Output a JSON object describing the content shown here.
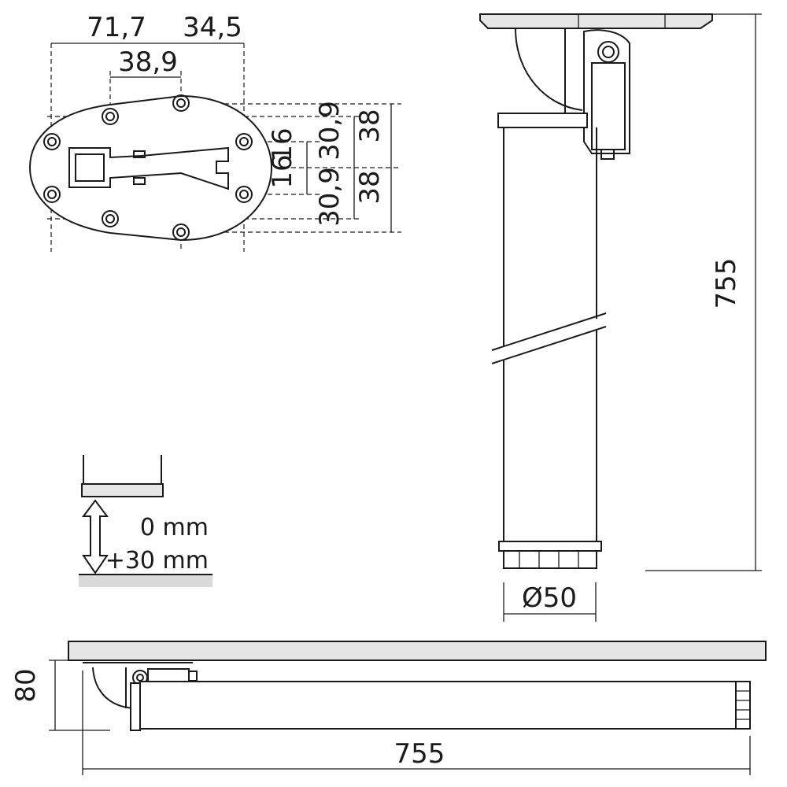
{
  "plate_view": {
    "dims_top": {
      "overall": "71,7",
      "right": "34,5",
      "inner": "38,9"
    },
    "dims_right": {
      "slot_upper": "16",
      "slot_lower": "16",
      "hole_upper": "30,9",
      "hole_lower": "30,9",
      "outer_upper": "38",
      "outer_lower": "38"
    }
  },
  "leg_view": {
    "height": "755",
    "diameter": "Ø50"
  },
  "adjustment": {
    "min": "0 mm",
    "max": "+30 mm"
  },
  "folded_view": {
    "height": "80",
    "length": "755"
  },
  "colors": {
    "line": "#1a1a1a",
    "plate_fill": "#e6e6e6",
    "floor_fill": "#d9d9d9"
  }
}
